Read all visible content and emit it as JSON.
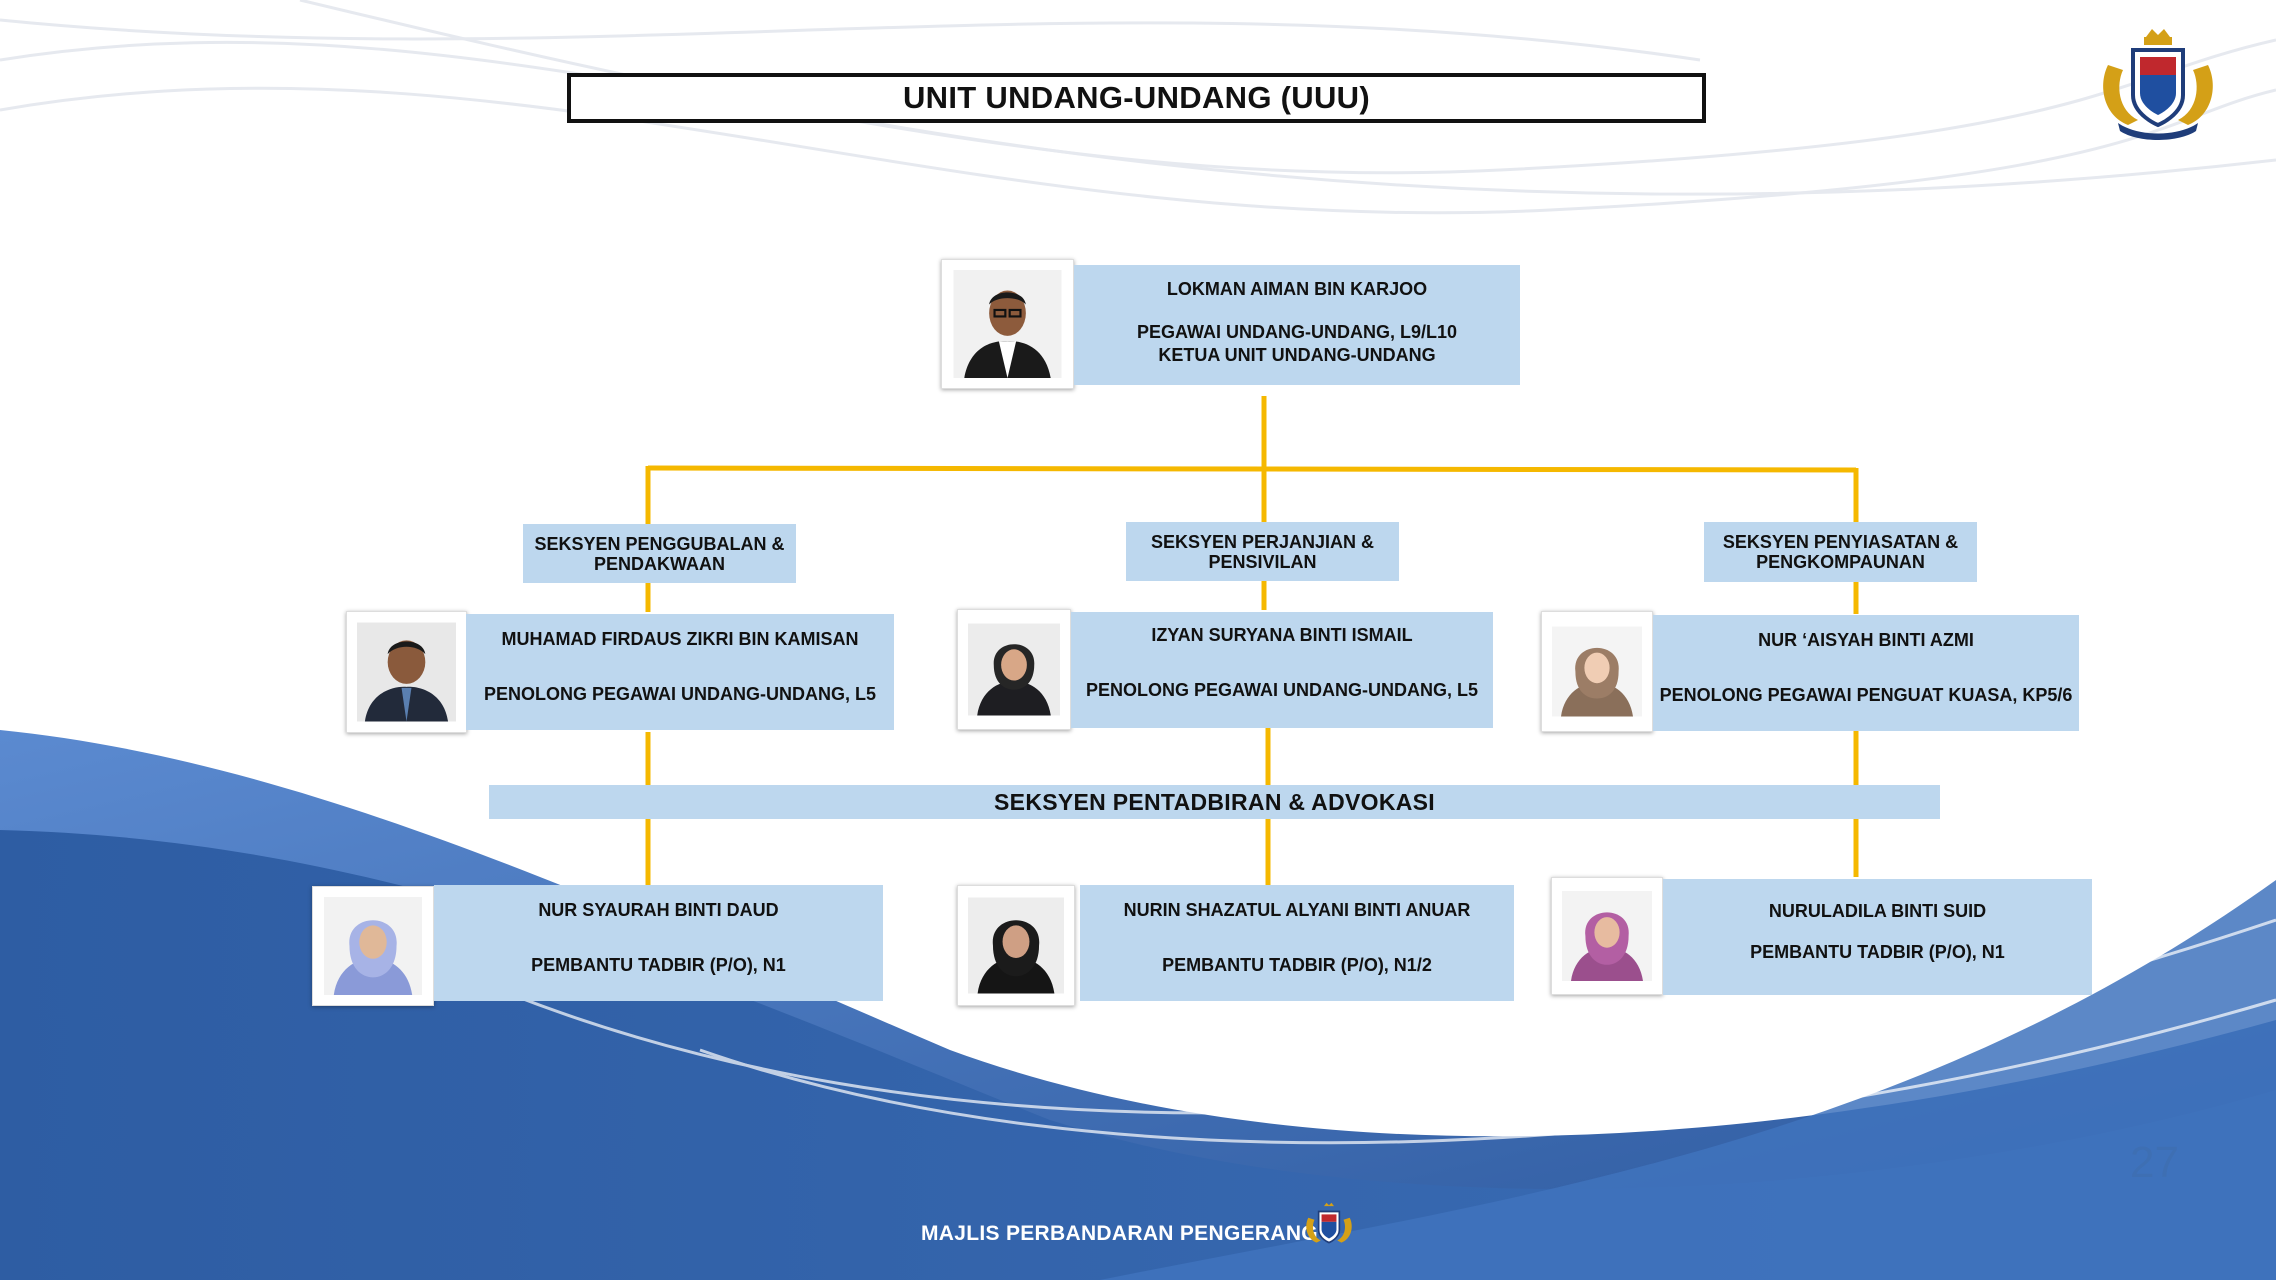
{
  "title": "UNIT UNDANG-UNDANG (UUU)",
  "head": {
    "name": "LOKMAN AIMAN BIN KARJOO",
    "position_1": "PEGAWAI UNDANG-UNDANG, L9/L10",
    "position_2": "KETUA UNIT UNDANG-UNDANG"
  },
  "sections": {
    "left": "SEKSYEN PENGGUBALAN & PENDAKWAAN",
    "middle": "SEKSYEN PERJANJIAN & PENSIVILAN",
    "right": "SEKSYEN PENYIASATAN & PENGKOMPAUNAN"
  },
  "officers": [
    {
      "name": "MUHAMAD FIRDAUS ZIKRI BIN KAMISAN",
      "position": "PENOLONG PEGAWAI UNDANG-UNDANG, L5"
    },
    {
      "name": "IZYAN SURYANA BINTI ISMAIL",
      "position": "PENOLONG PEGAWAI UNDANG-UNDANG, L5"
    },
    {
      "name": "NUR ‘AISYAH BINTI AZMI",
      "position": "PENOLONG PEGAWAI PENGUAT KUASA, KP5/6"
    }
  ],
  "admin_section": "SEKSYEN PENTADBIRAN & ADVOKASI",
  "staff": [
    {
      "name": "NUR SYAURAH BINTI DAUD",
      "position": "PEMBANTU TADBIR (P/O), N1"
    },
    {
      "name": "NURIN SHAZATUL ALYANI BINTI ANUAR",
      "position": "PEMBANTU TADBIR (P/O), N1/2"
    },
    {
      "name": "NURULADILA BINTI SUID",
      "position": "PEMBANTU TADBIR (P/O), N1"
    }
  ],
  "footer": "MAJLIS PERBANDARAN PENGERANG",
  "page_number": "27",
  "colors": {
    "connector": "#f5b800",
    "box_fill": "#bdd7ee",
    "wave_dark": "#2d5aa0",
    "wave_mid": "#4f7fc4"
  }
}
